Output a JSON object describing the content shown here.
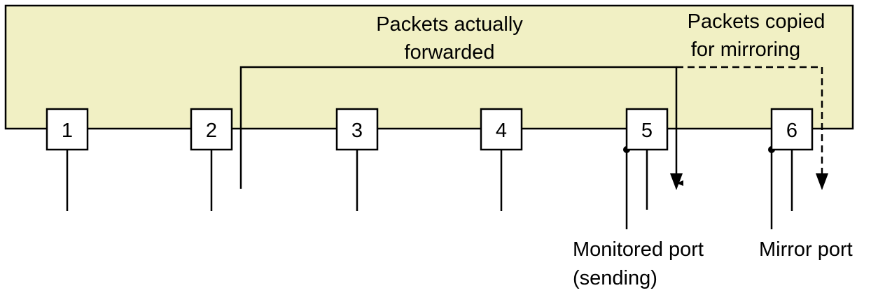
{
  "colors": {
    "device_fill": "#f1f0c4",
    "stroke": "#000000",
    "port_fill": "#ffffff"
  },
  "ports": [
    {
      "label": "1"
    },
    {
      "label": "2"
    },
    {
      "label": "3"
    },
    {
      "label": "4"
    },
    {
      "label": "5"
    },
    {
      "label": "6"
    }
  ],
  "labels": {
    "forwarded_line1": "Packets actually",
    "forwarded_line2": "forwarded",
    "copied_line1": "Packets copied",
    "copied_line2": "for mirroring",
    "monitored_line1": "Monitored port",
    "monitored_line2": "(sending)",
    "mirror": "Mirror port"
  }
}
